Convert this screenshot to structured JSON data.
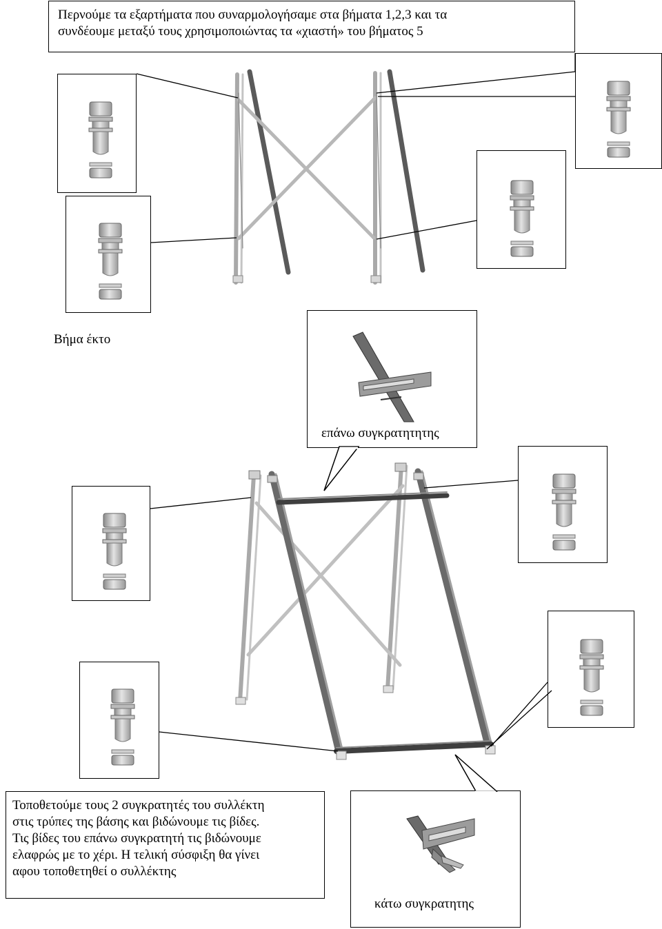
{
  "step_intro": "Περνούμε τα εξαρτήματα που συναρμολογήσαμε στα βήματα  1,2,3 και τα\nσυνδέουμε μεταξύ τους χρησιμοποιώντας τα «χιαστή» του βήματος 5",
  "step_title": "Βήμα έκτο",
  "top_holder_label": "επάνω συγκρατητητης",
  "bottom_holder_label": "κάτω συγκρατητης",
  "instructions": "Τοποθετούμε τους 2 συγκρατητές του συλλέκτη\nστις τρύπες  της βάσης και βιδώνουμε τις βίδες.\nΤις βίδες του επάνω συγκρατητή τις βιδώνουμε\nελαφρώς με το χέρι. Η τελική σύσφιξη θα γίνει\nαφου τοποθετηθεί ο συλλέκτης"
}
